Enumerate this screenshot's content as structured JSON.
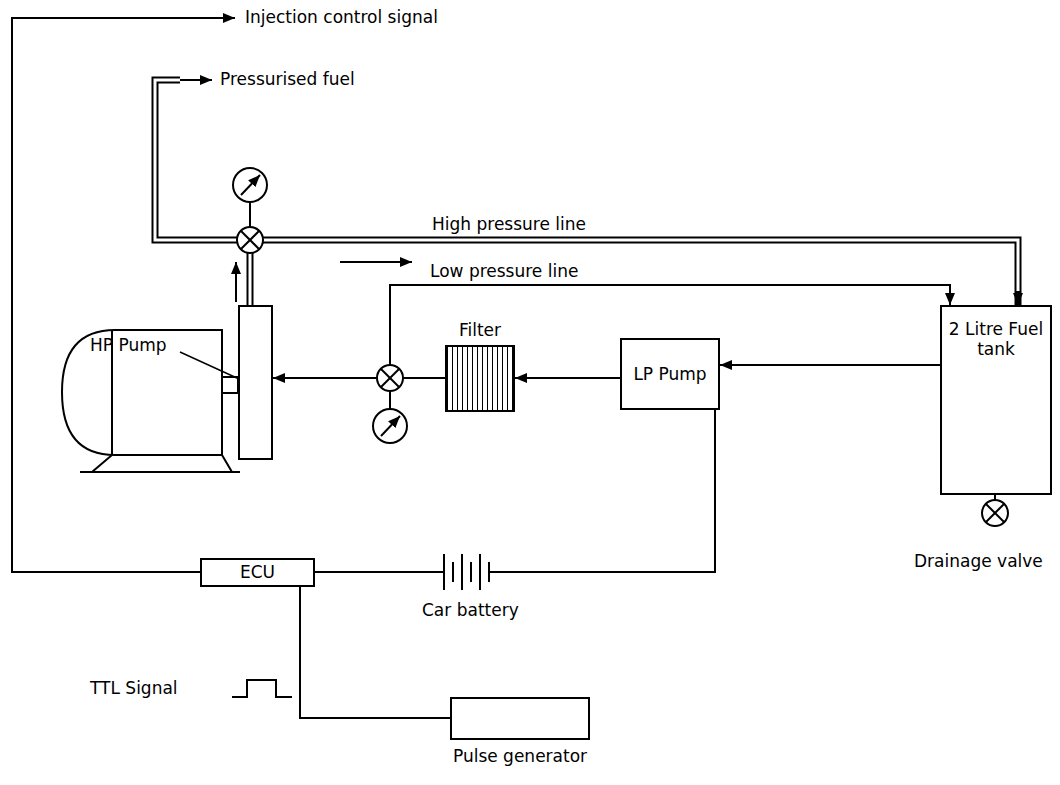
{
  "diagram": {
    "nodes": [
      {
        "text": [
          "HP Pump"
        ]
      },
      {
        "text": [
          "Filter"
        ]
      },
      {
        "text": [
          "LP Pump"
        ]
      },
      {
        "text": [
          "2 Litre Fuel tank"
        ]
      },
      {
        "text": [
          "ECU"
        ]
      },
      {
        "text": [
          "Pulse generator"
        ]
      }
    ],
    "edges": [
      {
        "from": 3,
        "to": 2,
        "arrow": "to"
      },
      {
        "from": 2,
        "to": 1,
        "arrow": "to"
      },
      {
        "from": 1,
        "to": 0,
        "arrow": "to"
      },
      {
        "from": 1,
        "to": 3,
        "label": "Low pressure line",
        "arrow": "to"
      },
      {
        "from": 0,
        "to": 3,
        "label": "High pressure line",
        "arrow": "to"
      },
      {
        "from": 5,
        "to": 4,
        "arrow": "none"
      },
      {
        "from": 2,
        "to": 4,
        "arrow": "none"
      }
    ],
    "labels": [
      "Injection control signal",
      "Pressurised fuel",
      "Car battery",
      "TTL Signal",
      "Drainage valve"
    ]
  }
}
